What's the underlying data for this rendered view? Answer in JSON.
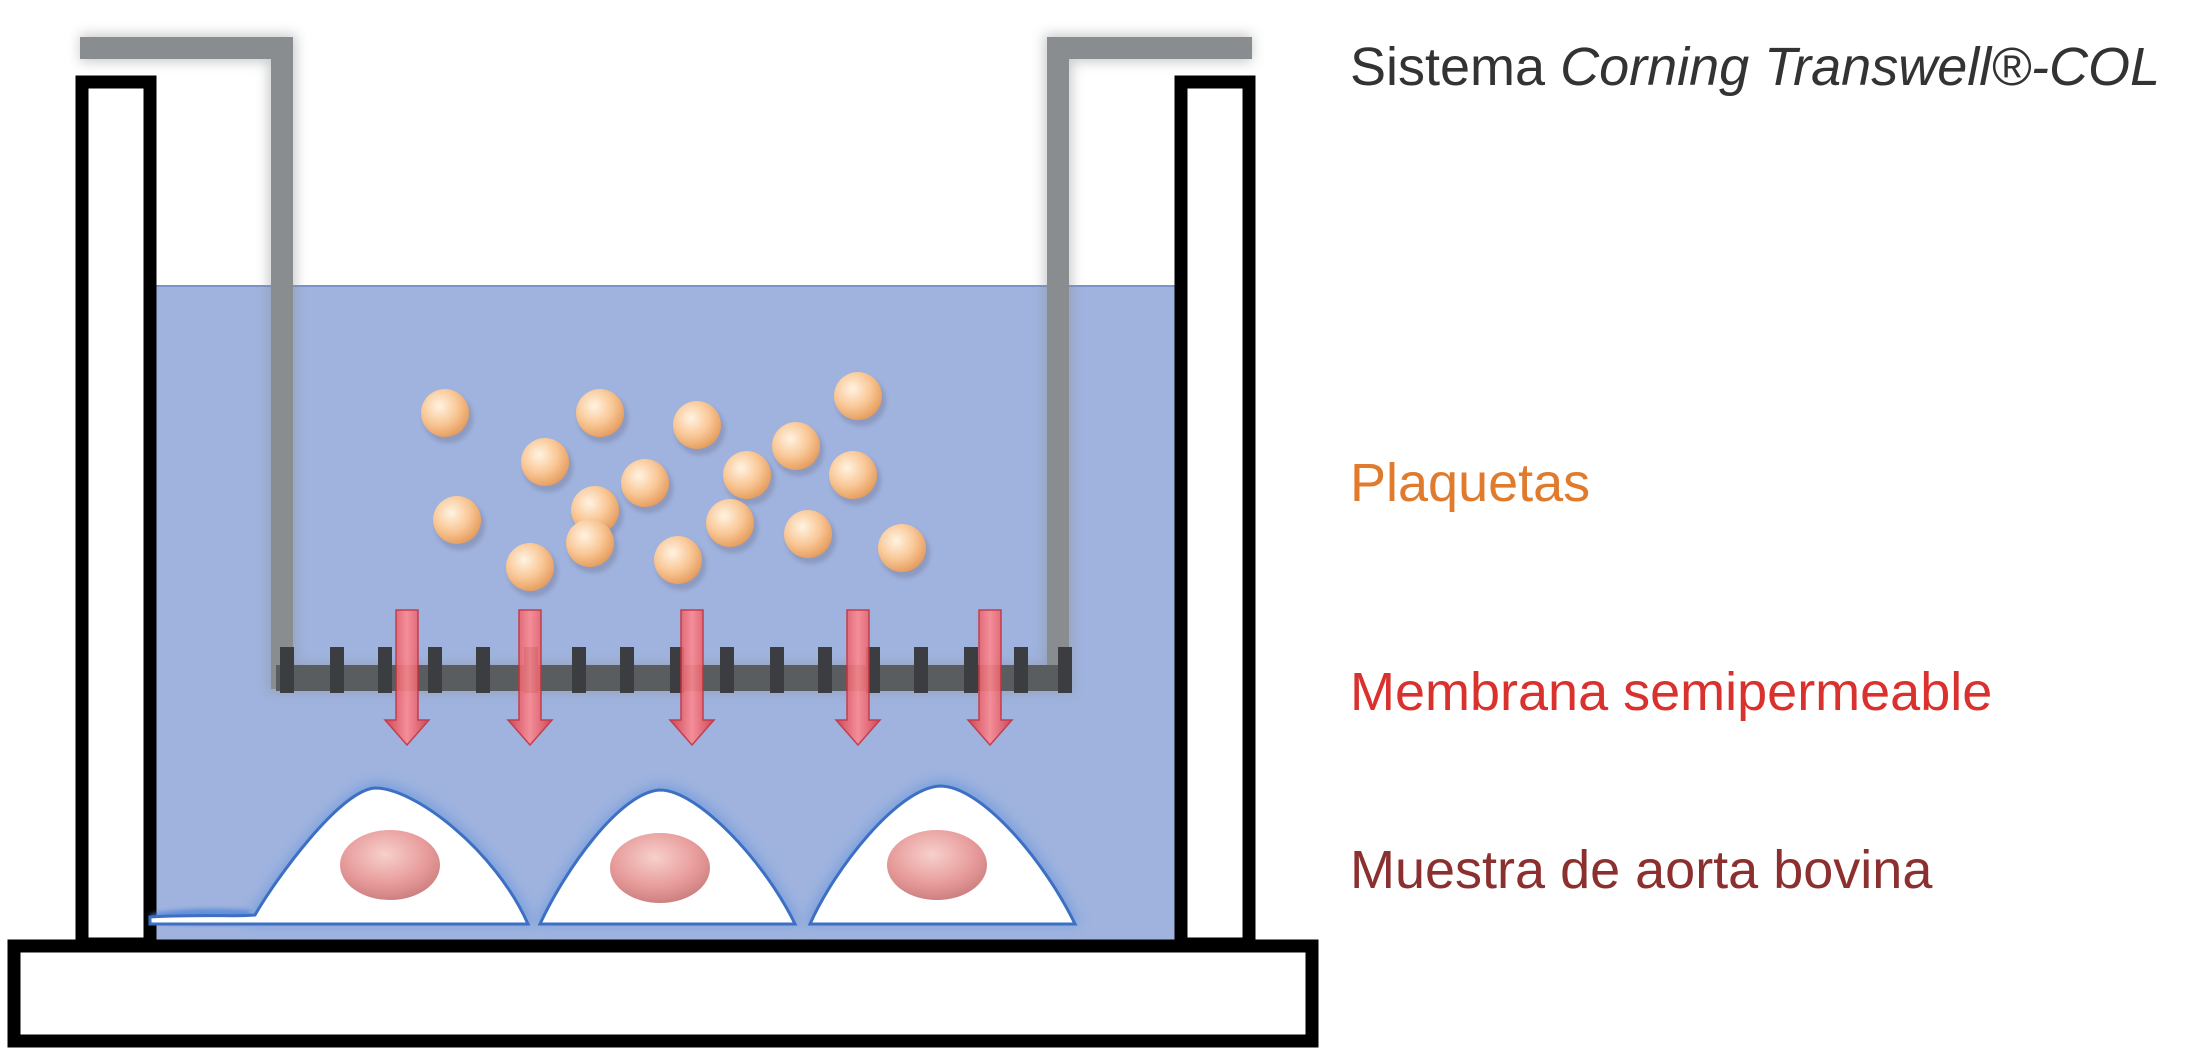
{
  "labels": {
    "title_prefix": "Sistema ",
    "title_italic": "Corning Transwell®-COL",
    "platelets": "Plaquetas",
    "membrane": "Membrana semipermeable",
    "aorta_sample": "Muestra de aorta bovina"
  },
  "colors": {
    "title": "#333333",
    "platelets": "#e07b2e",
    "membrane": "#d9322e",
    "aorta_sample": "#8b2f2f",
    "medium": "#9fb3de",
    "insert_wall": "#8a8d90",
    "platelet": "#f7c08d",
    "flow_arrow": "#e8505b",
    "cell": "#ffffff",
    "nucleus": "#e89a9a"
  },
  "icons": [
    "platelet-icon",
    "flow-arrow-icon",
    "endothelial-cell-icon"
  ]
}
